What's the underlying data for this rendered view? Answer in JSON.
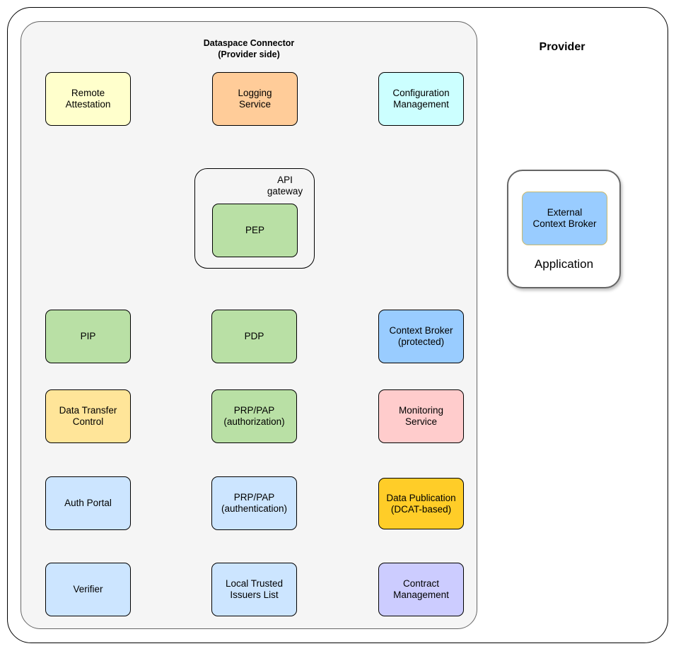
{
  "provider": {
    "title": "Provider"
  },
  "connector": {
    "title": "Dataspace Connector\n(Provider side)",
    "gateway_label": "API\ngateway"
  },
  "components": {
    "remote_attestation": {
      "label": "Remote\nAttestation",
      "color": "#ffffcc"
    },
    "logging_service": {
      "label": "Logging\nService",
      "color": "#ffcc99"
    },
    "configuration_management": {
      "label": "Configuration\nManagement",
      "color": "#ccffff"
    },
    "pep": {
      "label": "PEP",
      "color": "#b9e0a5"
    },
    "pip": {
      "label": "PIP",
      "color": "#b9e0a5"
    },
    "pdp": {
      "label": "PDP",
      "color": "#b9e0a5"
    },
    "context_broker": {
      "label": "Context Broker\n(protected)",
      "color": "#99ccff"
    },
    "data_transfer_control": {
      "label": "Data Transfer\nControl",
      "color": "#ffe599"
    },
    "prp_pap_authorization": {
      "label": "PRP/PAP\n(authorization)",
      "color": "#b9e0a5"
    },
    "monitoring_service": {
      "label": "Monitoring\nService",
      "color": "#ffcccc"
    },
    "auth_portal": {
      "label": "Auth Portal",
      "color": "#cce5ff"
    },
    "prp_pap_authentication": {
      "label": "PRP/PAP\n(authentication)",
      "color": "#cce5ff"
    },
    "data_publication": {
      "label": "Data Publication\n(DCAT-based)",
      "color": "#ffcd28"
    },
    "verifier": {
      "label": "Verifier",
      "color": "#cce5ff"
    },
    "local_trusted_issuers_list": {
      "label": "Local Trusted\nIssuers List",
      "color": "#cce5ff"
    },
    "contract_management": {
      "label": "Contract\nManagement",
      "color": "#ccccff"
    }
  },
  "application": {
    "label": "Application",
    "external_context_broker": {
      "label": "External\nContext Broker",
      "color": "#99ccff"
    }
  }
}
